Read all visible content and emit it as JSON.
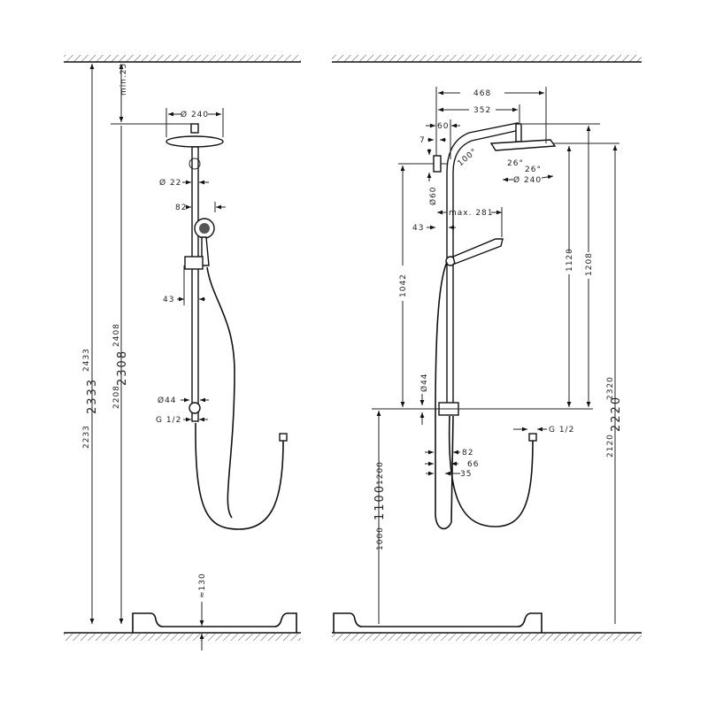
{
  "left_view": {
    "ceiling_clearance": "min.25",
    "head_diameter": "Ø 240",
    "pipe_diameter": "Ø 22",
    "hand_shower_offset": "82",
    "slider_offset": "43",
    "connector_diameter": "Ø44",
    "connector_thread": "G 1/2",
    "tray_height": "≈130",
    "total_heights": [
      "2433",
      "2333",
      "2233"
    ],
    "head_heights": [
      "2408",
      "2308",
      "2208"
    ]
  },
  "right_view": {
    "arm_reach_total": "468",
    "arm_reach": "352",
    "wall_offset": "60",
    "bracket_offset": "7",
    "arm_angle": "100°",
    "head_angle_1": "26°",
    "head_angle_2": "26°",
    "head_diameter": "Ø 240",
    "bracket_diameter": "Ø60",
    "hand_shower_reach": "max. 281",
    "pole_offset": "43",
    "bracket_height": "1042",
    "head_height_1": "1120",
    "head_height_2": "1208",
    "connector_diameter": "Ø44",
    "connector_thread": "G 1/2",
    "depth_1": "82",
    "depth_2": "66",
    "depth_3": "35",
    "connector_heights": [
      "1200",
      "1100",
      "1000"
    ],
    "total_heights": [
      "2320",
      "2220",
      "2120"
    ]
  }
}
